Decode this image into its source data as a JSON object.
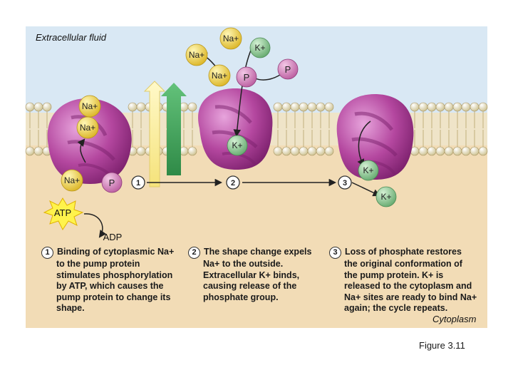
{
  "regions": {
    "extracellular": "Extracellular fluid",
    "cytoplasm": "Cytoplasm"
  },
  "ions": {
    "na": "Na+",
    "k": "K+",
    "p": "P",
    "atp": "ATP",
    "adp": "ADP"
  },
  "step_numbers": [
    "1",
    "2",
    "3"
  ],
  "steps": [
    {
      "number": "1",
      "lines": [
        "Binding of cytoplasmic Na+",
        "to the pump protein",
        "stimulates phosphorylation",
        "by ATP, which causes the",
        "pump protein to change its",
        "shape."
      ]
    },
    {
      "number": "2",
      "lines": [
        "The shape change expels",
        "Na+ to the outside.",
        "Extracellular K+ binds,",
        "causing release of the",
        "phosphate group."
      ]
    },
    {
      "number": "3",
      "lines": [
        "Loss of phosphate restores",
        "the original conformation of",
        "the pump protein. K+ is",
        "released to the cytoplasm and",
        "Na+ sites are ready to bind Na+",
        "again; the cycle repeats."
      ]
    }
  ],
  "caption": "Figure 3.11",
  "colors": {
    "extracellular": "#d9e8f4",
    "cytoplasm": "#f2dcb6",
    "protein": "#b4479f",
    "na_ion": "#e6c633",
    "k_ion": "#7fbe88",
    "phosphate": "#cf7fb6",
    "atp_burst": "#fff34c"
  }
}
